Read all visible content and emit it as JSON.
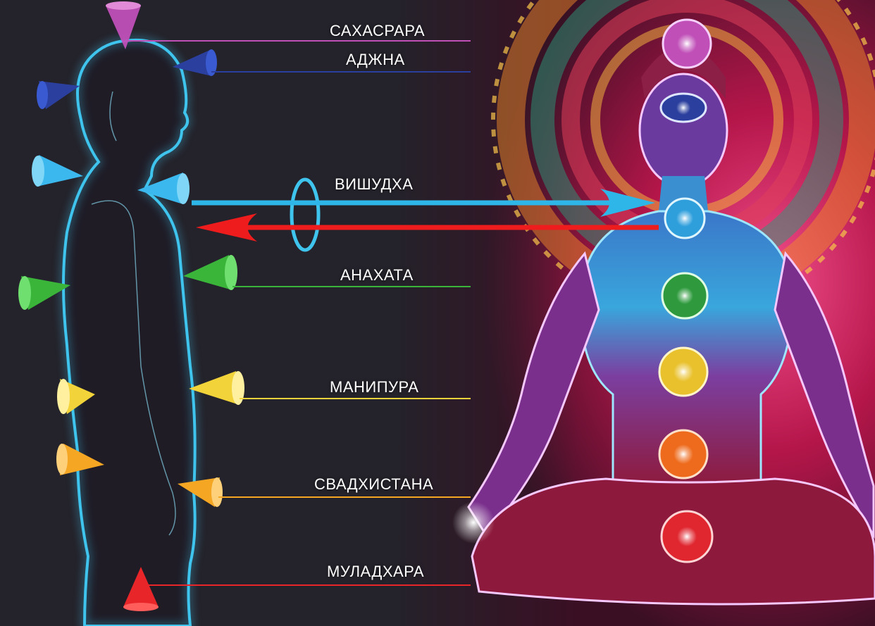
{
  "labels": {
    "sahasrara": "САХАСРАРА",
    "ajna": "АДЖНА",
    "vishuddha": "ВИШУДХА",
    "anahata": "АНАХАТА",
    "manipura": "МАНИПУРА",
    "svadhisthana": "СВАДХИСТАНА",
    "muladhara": "МУЛАДХАРА"
  },
  "colors": {
    "background": "#24222a",
    "body_outline": "#3fc4ee",
    "crown": "#c04fb8",
    "third_eye": "#2b3f9e",
    "throat": "#3bb9ee",
    "heart": "#3ab53a",
    "solar_plexus": "#f2d43a",
    "sacral": "#f5a623",
    "root": "#e8262a",
    "arrow_out": "#2fb6e8",
    "arrow_in": "#ee1c1c",
    "aura_bg": "#b5164a"
  }
}
